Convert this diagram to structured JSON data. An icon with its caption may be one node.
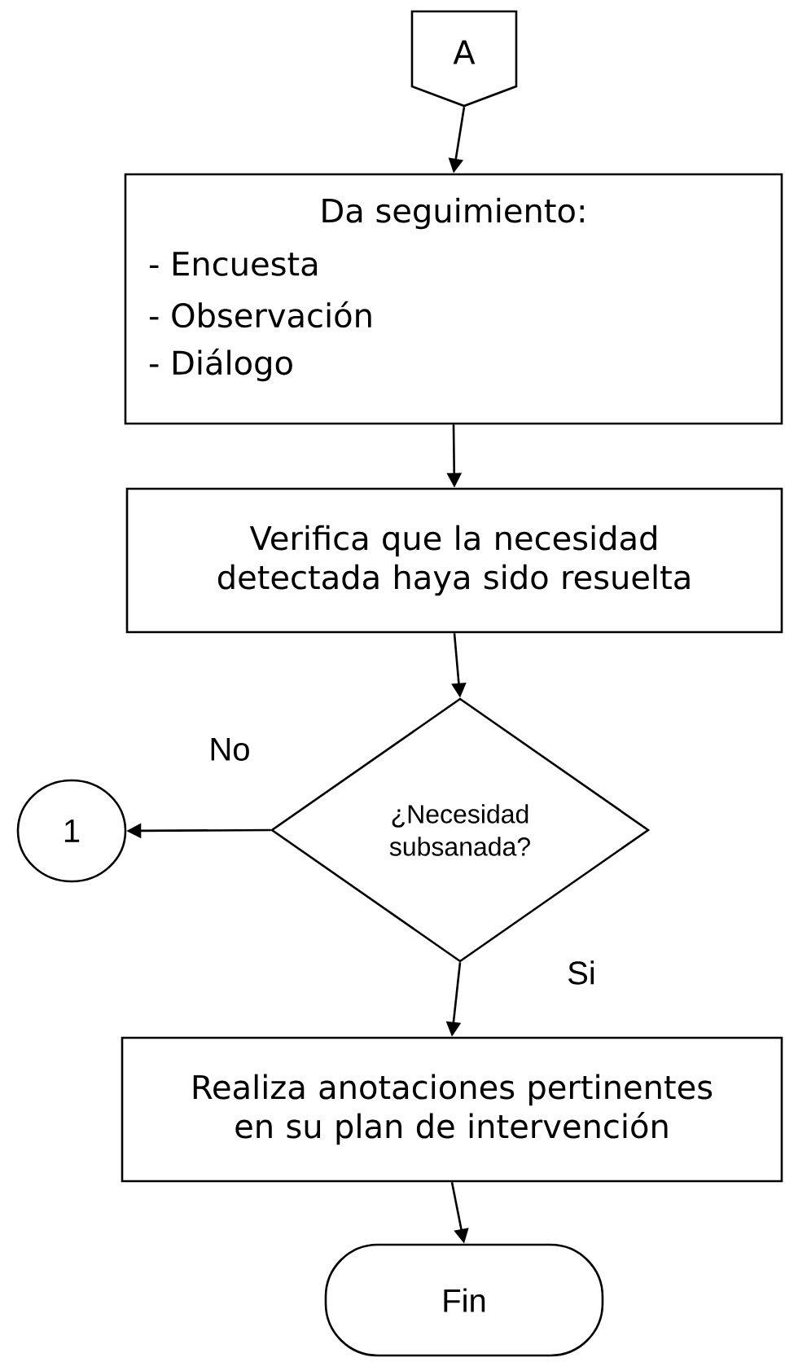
{
  "diagram": {
    "nodes": [
      {
        "text": [
          "A"
        ]
      },
      {
        "text": [
          "Da seguimiento:",
          "- Encuesta",
          "- Observación",
          "- Diálogo"
        ]
      },
      {
        "text": [
          "Verifica que la necesidad detectada haya sido resuelta"
        ]
      },
      {
        "text": [
          "¿Necesidad subsanada?"
        ]
      },
      {
        "text": [
          "1"
        ]
      },
      {
        "text": [
          "Realiza anotaciones pertinentes en su plan de intervención"
        ]
      },
      {
        "text": [
          "Fin"
        ]
      }
    ],
    "edges": [
      {
        "from": 0,
        "to": 1,
        "arrow": "to"
      },
      {
        "from": 1,
        "to": 2,
        "arrow": "to"
      },
      {
        "from": 2,
        "to": 3,
        "arrow": "to"
      },
      {
        "from": 3,
        "to": 4,
        "arrow": "to",
        "label": "No"
      },
      {
        "from": 3,
        "to": 5,
        "arrow": "to",
        "label": "Si"
      },
      {
        "from": 5,
        "to": 6,
        "arrow": "to"
      }
    ]
  }
}
